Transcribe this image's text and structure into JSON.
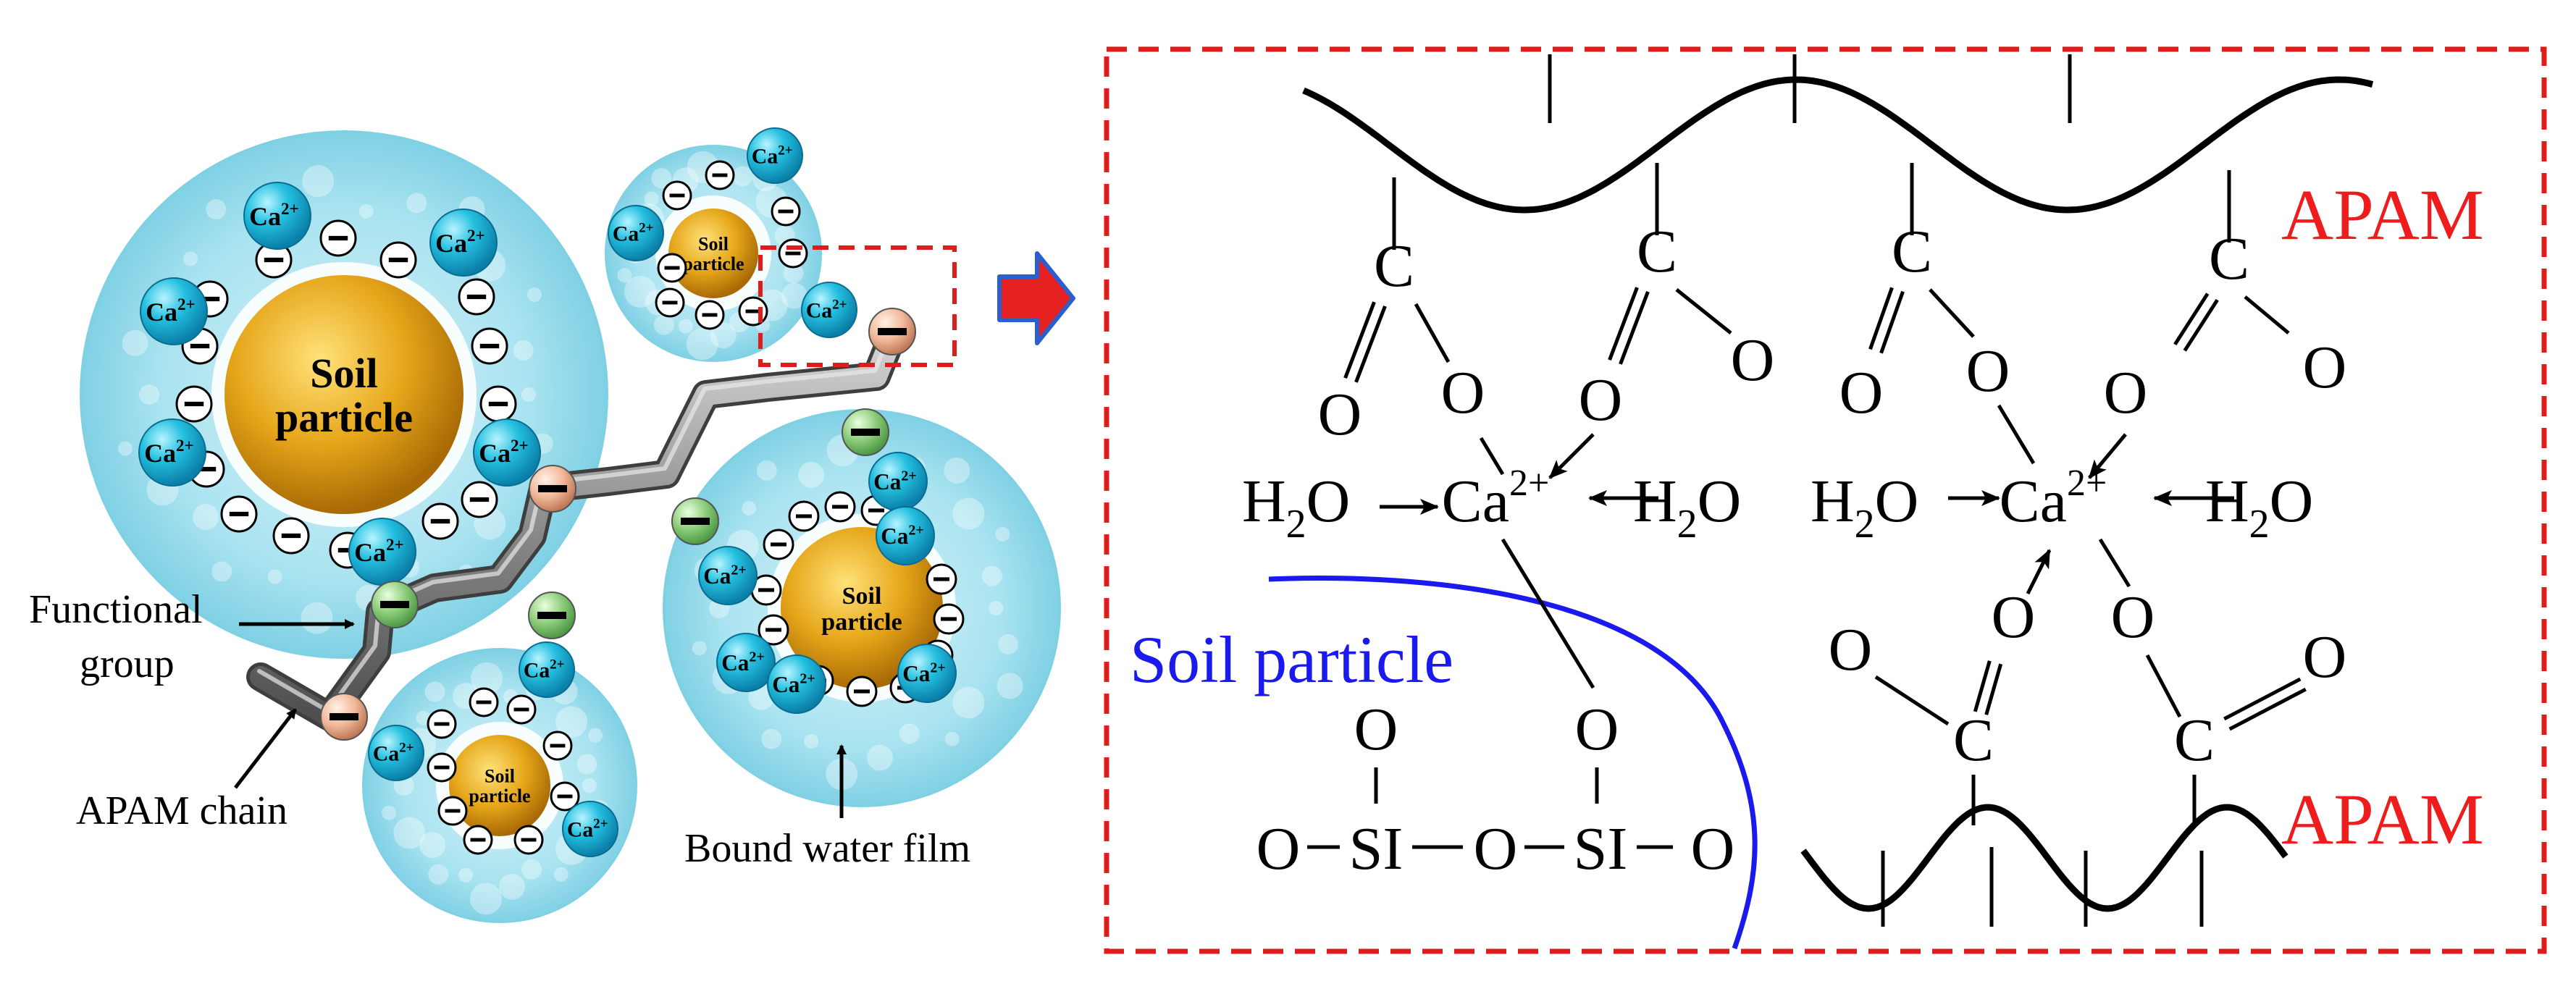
{
  "left_panel": {
    "soil_particle_label_large": [
      "Soil",
      "particle"
    ],
    "soil_particle_label_small": [
      "Soil",
      "particle"
    ],
    "calcium_ion": "Ca",
    "calcium_charge": "2+",
    "negative_sign": "−",
    "functional_group_label": [
      "Functional",
      "group"
    ],
    "apam_chain_label": "APAM chain",
    "bound_water_film_label": "Bound water film"
  },
  "right_panel": {
    "apam_top": "APAM",
    "apam_bottom": "APAM",
    "soil_particle_label": "Soil particle",
    "atom_c": "C",
    "atom_o": "O",
    "atom_si": "SI",
    "water": "H",
    "water_sub": "2",
    "water_o": "O",
    "calcium": "Ca",
    "calcium_charge": "2+"
  },
  "colors": {
    "dashed_box": "#e01b1b",
    "apam_text": "#ee1c1c",
    "soil_line": "#1a1aee",
    "water_shell": "#8fd8e8",
    "soil_core": "#e0a21a",
    "ca_ion": "#1fb8d8",
    "chain": "#8a8a8a",
    "arrow_red": "#e52020",
    "arrow_blue": "#2a5fd0"
  }
}
